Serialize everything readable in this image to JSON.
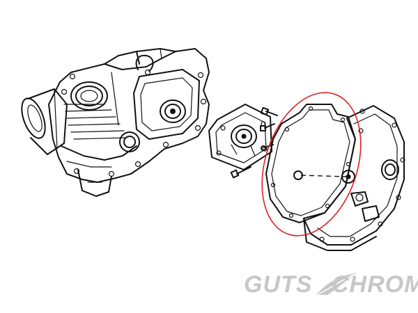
{
  "colors": {
    "line": "#111111",
    "highlight": "#e02020",
    "watermark": "#c7c7c7"
  },
  "watermark": {
    "left_word": "GUTS",
    "right_word": "CHROME",
    "emblem": "feather-icon"
  },
  "parts": [
    "engine-crankcase",
    "transmission-door-plate",
    "gasket",
    "primary-cover"
  ]
}
